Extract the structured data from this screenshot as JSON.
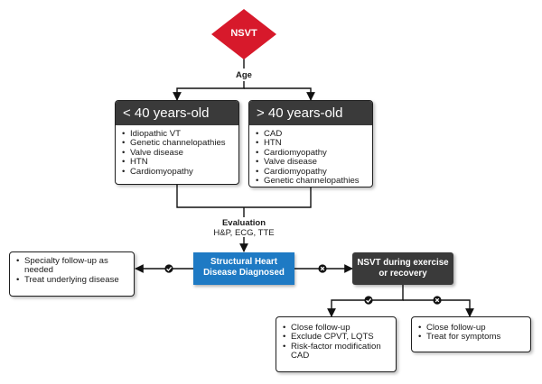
{
  "start": {
    "label": "NSVT"
  },
  "split": {
    "label": "Age"
  },
  "young": {
    "title": "< 40 years-old",
    "items": [
      "Idiopathic VT",
      "Genetic channelopathies",
      "Valve disease",
      "HTN",
      "Cardiomyopathy"
    ]
  },
  "older": {
    "title": "> 40 years-old",
    "items": [
      "CAD",
      "HTN",
      "Cardiomyopathy",
      "Valve disease",
      "Cardiomyopathy",
      "Genetic channelopathies"
    ]
  },
  "evaluation": {
    "title": "Evaluation",
    "subtitle": "H&P, ECG, TTE"
  },
  "structural": {
    "line1": "Structural Heart",
    "line2": "Disease Diagnosed"
  },
  "exercise": {
    "line1": "NSVT during exercise",
    "line2": "or recovery"
  },
  "yes_left": {
    "items": [
      "Specialty follow-up as needed",
      "Treat underlying disease"
    ]
  },
  "yes_bottom": {
    "items": [
      "Close follow-up",
      "Exclude CPVT, LQTS",
      "Risk-factor modification CAD"
    ]
  },
  "no_bottom": {
    "items": [
      "Close follow-up",
      "Treat for symptoms"
    ]
  },
  "colors": {
    "diamond": "#d7192b",
    "dark": "#3a3a3a",
    "blue": "#1e7ac4"
  },
  "icons": {
    "yes": "check-circle-icon",
    "no": "x-circle-icon"
  }
}
